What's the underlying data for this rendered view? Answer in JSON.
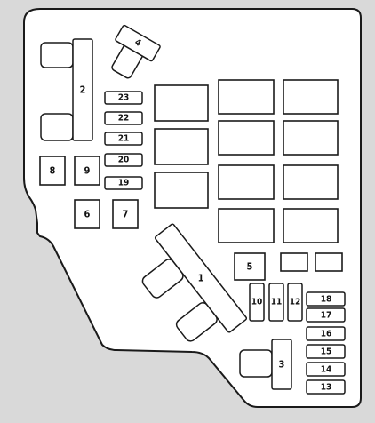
{
  "diagram": {
    "labels": {
      "f1": "1",
      "f2": "2",
      "f3": "3",
      "f4": "4",
      "f5": "5",
      "f6": "6",
      "f7": "7",
      "f8": "8",
      "f9": "9",
      "f10": "10",
      "f11": "11",
      "f12": "12",
      "f13": "13",
      "f14": "14",
      "f15": "15",
      "f16": "16",
      "f17": "17",
      "f18": "18",
      "f19": "19",
      "f20": "20",
      "f21": "21",
      "f22": "22",
      "f23": "23"
    }
  }
}
